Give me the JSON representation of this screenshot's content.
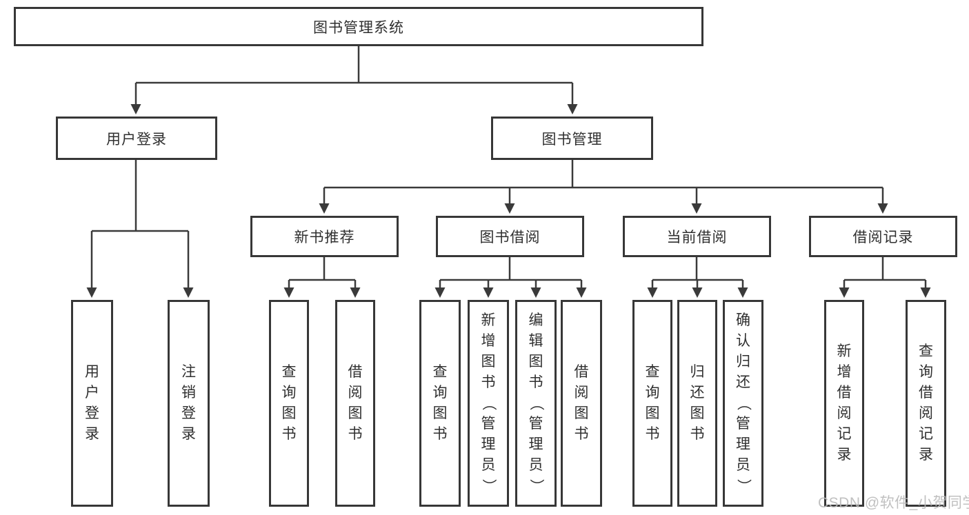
{
  "diagram": {
    "root": "图书管理系统",
    "user_login": {
      "label": "用户登录",
      "children": [
        "用户登录",
        "注销登录"
      ]
    },
    "book_management": {
      "label": "图书管理",
      "groups": {
        "new_books": {
          "label": "新书推荐",
          "children": [
            "查询图书",
            "借阅图书"
          ]
        },
        "book_borrow": {
          "label": "图书借阅",
          "children": [
            "查询图书",
            "新增图书（管理员）",
            "编辑图书（管理员）",
            "借阅图书"
          ]
        },
        "current_borrow": {
          "label": "当前借阅",
          "children": [
            "查询图书",
            "归还图书",
            "确认归还（管理员）"
          ]
        },
        "borrow_records": {
          "label": "借阅记录",
          "children": [
            "新增借阅记录",
            "查询借阅记录"
          ]
        }
      }
    }
  },
  "watermark": "CSDN @软件_小贺同学",
  "colors": {
    "line": "#3a3a3a",
    "border": "#373737",
    "text": "#2f2f2f",
    "watermark": "#b9b9b9",
    "background": "#ffffff"
  }
}
